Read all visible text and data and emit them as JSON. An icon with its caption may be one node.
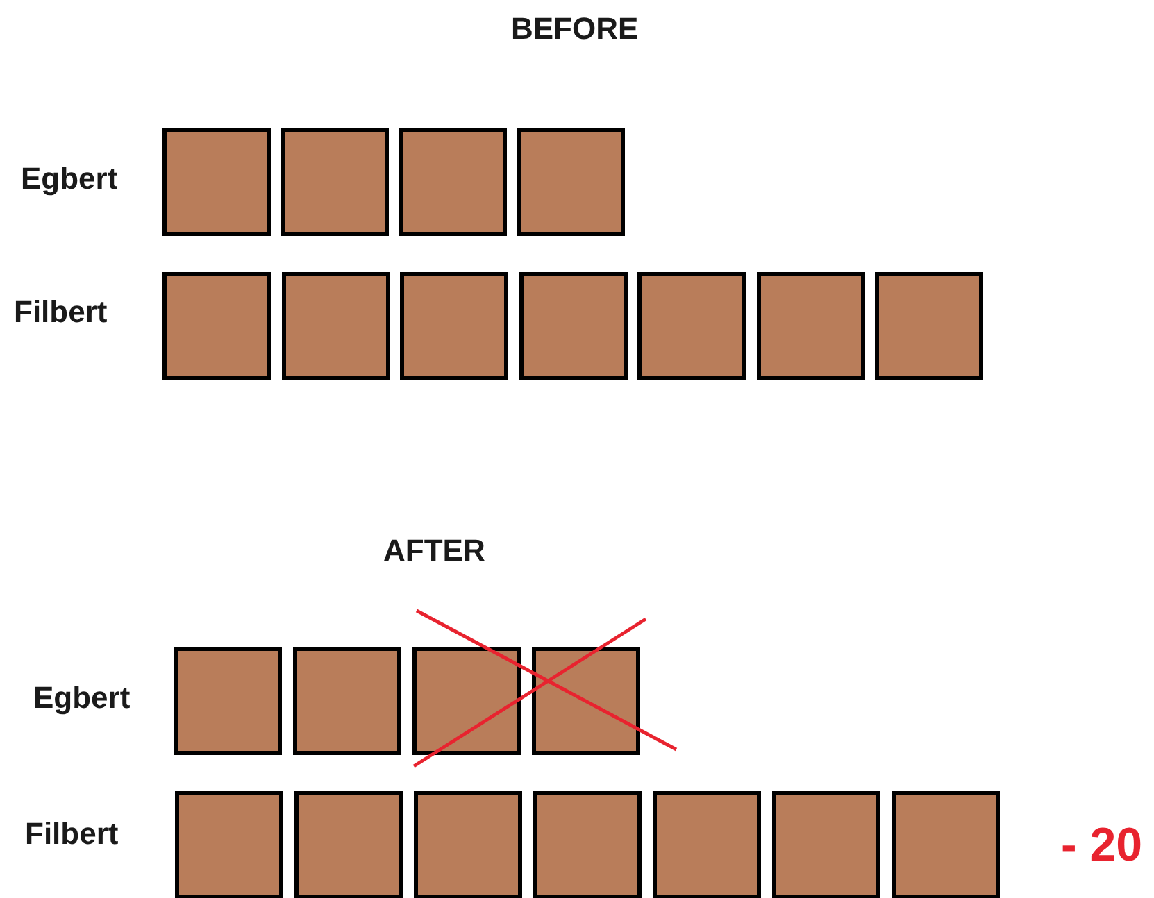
{
  "diagram": {
    "nodes": [
      {
        "text": [],
        "shape": "box"
      },
      {
        "text": [],
        "shape": "box"
      },
      {
        "text": [],
        "shape": "box"
      },
      {
        "text": [],
        "shape": "box"
      },
      {
        "text": [],
        "shape": "box"
      },
      {
        "text": [],
        "shape": "box"
      },
      {
        "text": [],
        "shape": "box"
      },
      {
        "text": [],
        "shape": "box"
      },
      {
        "text": [],
        "shape": "box"
      },
      {
        "text": [],
        "shape": "box"
      },
      {
        "text": [],
        "shape": "box"
      },
      {
        "text": [],
        "shape": "box"
      },
      {
        "text": [],
        "shape": "box"
      },
      {
        "text": [],
        "shape": "box"
      },
      {
        "text": [],
        "shape": "box"
      },
      {
        "text": [],
        "shape": "box"
      },
      {
        "text": [],
        "shape": "box"
      },
      {
        "text": [],
        "shape": "box"
      },
      {
        "text": [],
        "shape": "box"
      },
      {
        "text": [],
        "shape": "box"
      },
      {
        "text": [],
        "shape": "box"
      },
      {
        "text": [],
        "shape": "box"
      }
    ],
    "labels": [
      "BEFORE",
      "Egbert",
      "Filbert",
      "AFTER",
      "Egbert",
      "Filbert",
      "- 20"
    ]
  }
}
